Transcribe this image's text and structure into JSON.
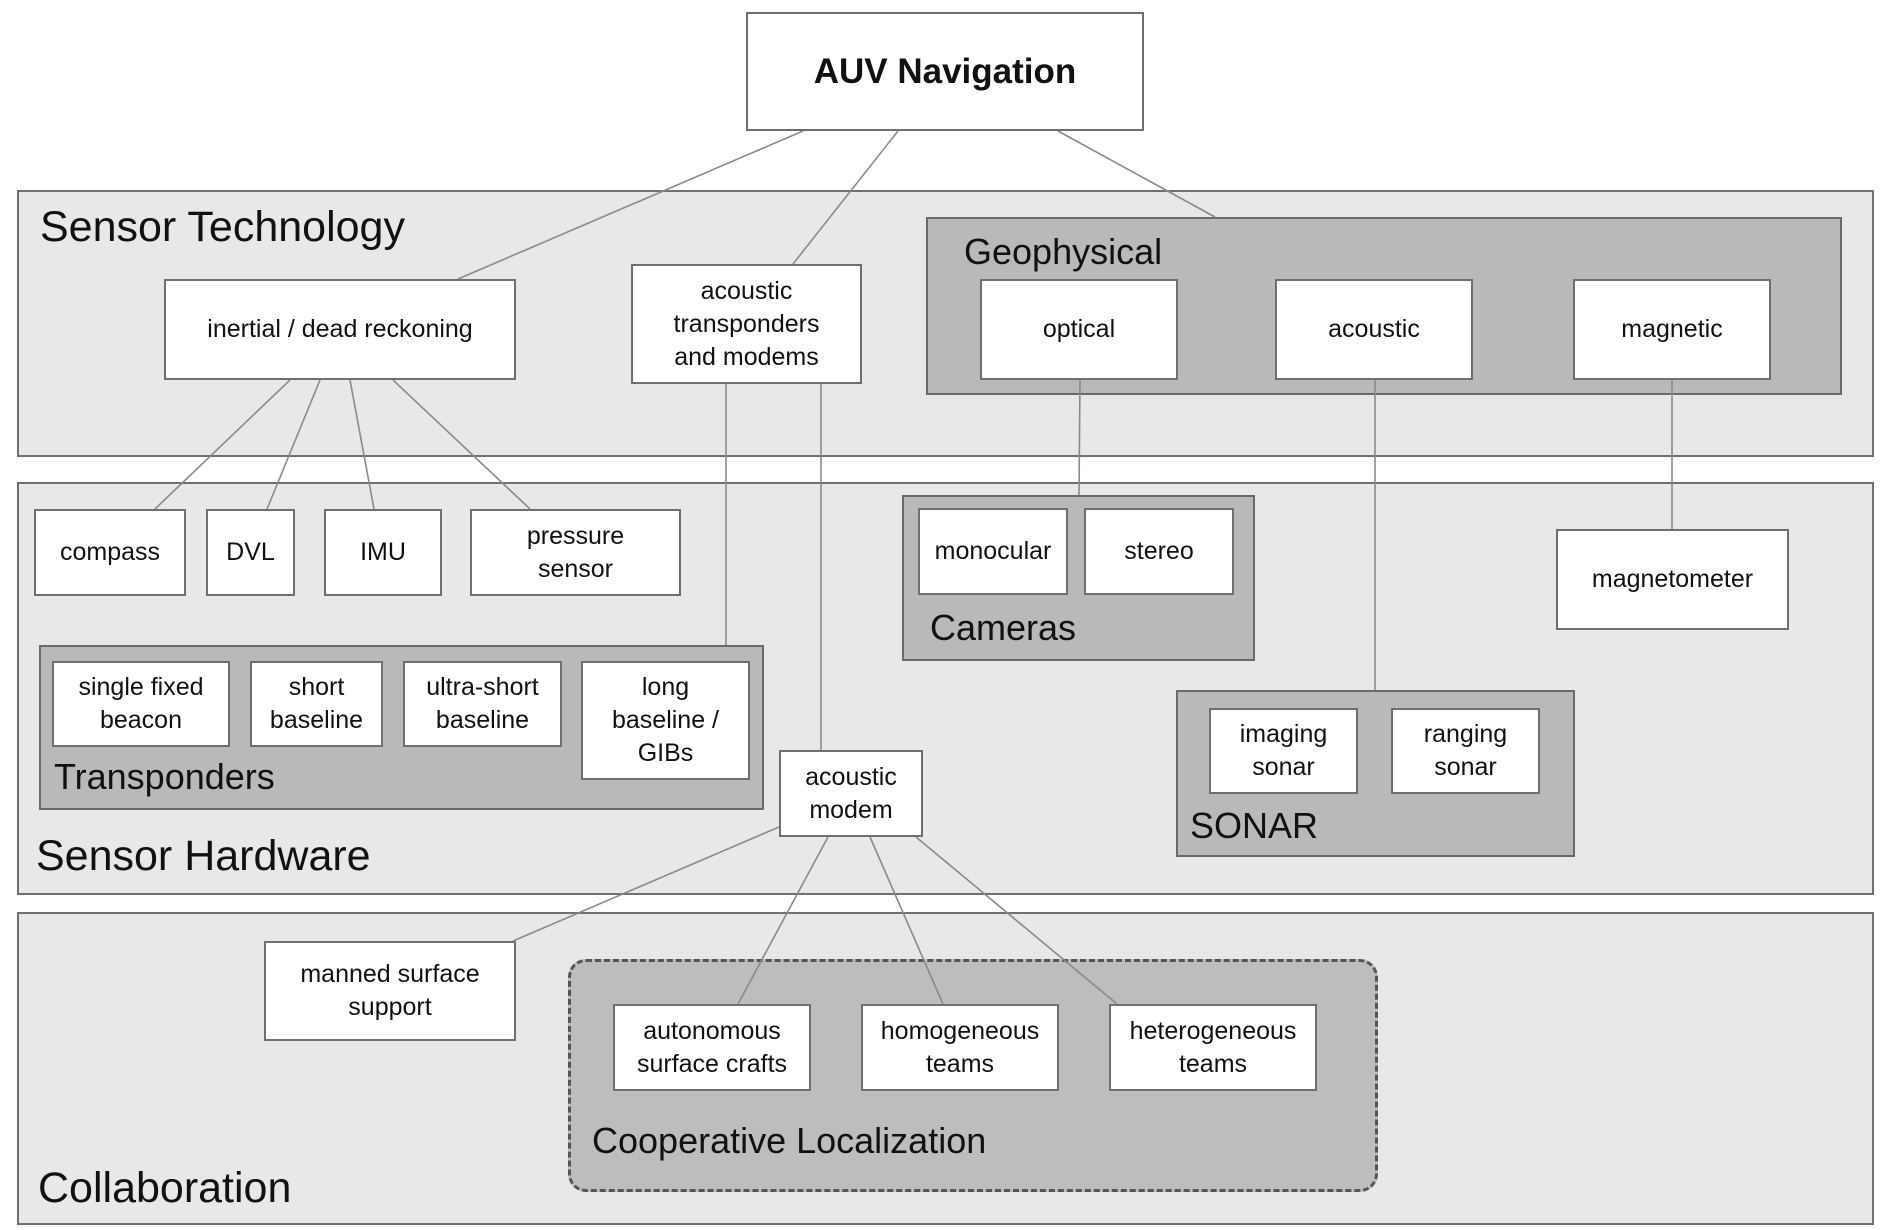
{
  "root": {
    "label": "AUV Navigation"
  },
  "layers": {
    "sensor_technology": "Sensor Technology",
    "sensor_hardware": "Sensor Hardware",
    "collaboration": "Collaboration"
  },
  "groups": {
    "geophysical": "Geophysical",
    "cameras": "Cameras",
    "transponders": "Transponders",
    "sonar": "SONAR",
    "cooperative_localization": "Cooperative Localization"
  },
  "nodes": {
    "inertial": "inertial / dead reckoning",
    "acoustic_transponders": "acoustic\ntransponders\nand modems",
    "optical": "optical",
    "acoustic": "acoustic",
    "magnetic": "magnetic",
    "compass": "compass",
    "dvl": "DVL",
    "imu": "IMU",
    "pressure": "pressure\nsensor",
    "monocular": "monocular",
    "stereo": "stereo",
    "magnetometer": "magnetometer",
    "single_fixed_beacon": "single fixed\nbeacon",
    "short_baseline": "short\nbaseline",
    "ultra_short_baseline": "ultra-short\nbaseline",
    "long_baseline": "long\nbaseline /\nGIBs",
    "acoustic_modem": "acoustic\nmodem",
    "imaging_sonar": "imaging\nsonar",
    "ranging_sonar": "ranging\nsonar",
    "manned_surface_support": "manned surface\nsupport",
    "autonomous_surface_crafts": "autonomous\nsurface crafts",
    "homogeneous_teams": "homogeneous\nteams",
    "heterogeneous_teams": "heterogeneous\nteams"
  }
}
